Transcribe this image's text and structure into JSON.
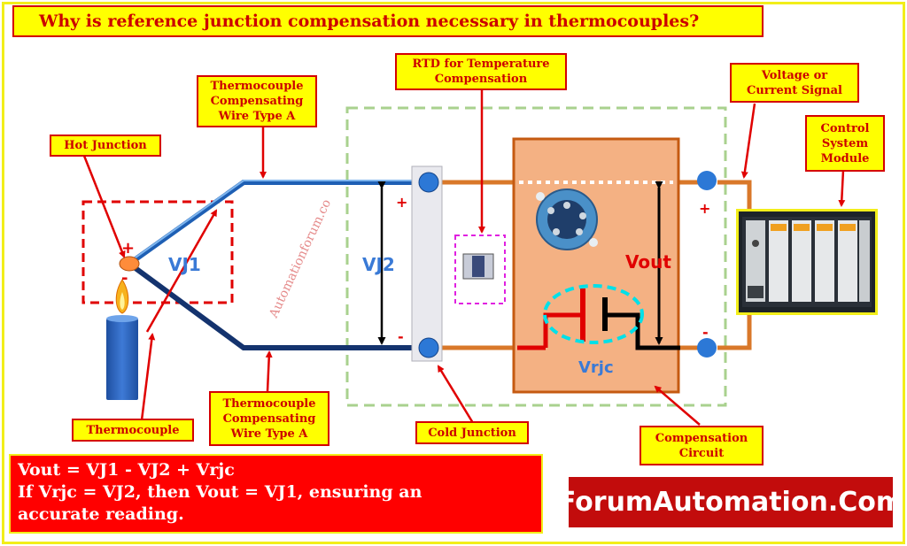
{
  "title": "Why is reference junction compensation necessary in thermocouples?",
  "labels": {
    "hot_junction": "Hot Junction",
    "tc_wire_top": "Thermocouple\nCompensating\nWire Type A",
    "tc_wire_bottom": "Thermocouple\nCompensating\nWire Type A",
    "rtd": "RTD for Temperature\nCompensation",
    "voltage_signal": "Voltage or\nCurrent Signal",
    "control_module": "Control\nSystem\nModule",
    "thermocouple": "Thermocouple",
    "cold_junction": "Cold Junction",
    "compensation_circuit": "Compensation\nCircuit"
  },
  "diagram_text": {
    "vj1": "VJ1",
    "vj2": "VJ2",
    "vout": "Vout",
    "vrjc": "Vrjc",
    "plus": "+",
    "minus": "-",
    "watermark": "Automationforum.co"
  },
  "formula": {
    "line1": "Vout = VJ1 - VJ2 + Vrjc",
    "line2": "If Vrjc = VJ2, then Vout = VJ1, ensuring an",
    "line3": "accurate reading."
  },
  "brand": "ForumAutomation.Com",
  "colors": {
    "label_bg": "#ffff00",
    "label_text": "#cc0000",
    "arrow": "#e00000",
    "wire_pos": "#2a7ad2",
    "wire_neg": "#1a3a7a",
    "copper": "#d9782a",
    "circuit": "#f4b183"
  }
}
